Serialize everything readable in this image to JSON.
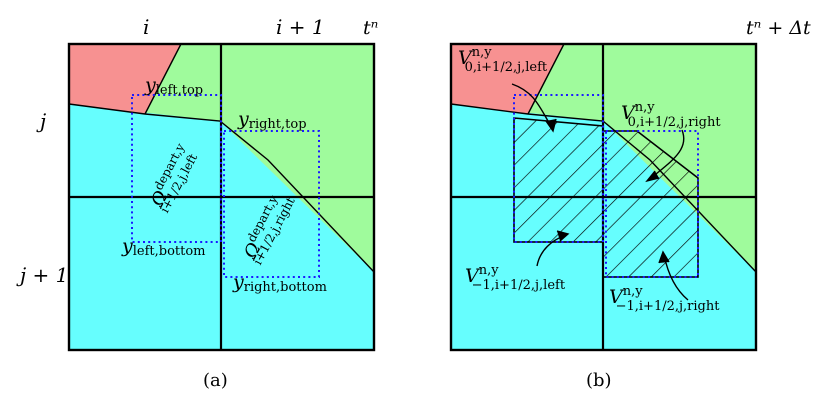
{
  "panel_a": {
    "col_labels": [
      "i",
      "i + 1",
      "tⁿ"
    ],
    "row_labels": [
      "j",
      "j + 1"
    ],
    "y_labels": {
      "left_top": {
        "main": "y",
        "sub": "left,top"
      },
      "right_top": {
        "main": "y",
        "sub": "right,top"
      },
      "left_bottom": {
        "main": "y",
        "sub": "left,bottom"
      },
      "right_bottom": {
        "main": "y",
        "sub": "right,bottom"
      }
    },
    "omega_left": {
      "main": "Ω",
      "sup": "depart,y",
      "sub": "i+1/2,j,left"
    },
    "omega_right": {
      "main": "Ω",
      "sup": "depart,y",
      "sub": "i+1/2,j,right"
    },
    "caption": "(a)"
  },
  "panel_b": {
    "time_label": "tⁿ + Δt",
    "v_labels": {
      "top_left": {
        "main": "V",
        "sup": "n,y",
        "sub": "0,i+1/2,j,left"
      },
      "top_right": {
        "main": "V",
        "sup": "n,y",
        "sub": "0,i+1/2,j,right"
      },
      "bottom_left": {
        "main": "V",
        "sup": "n,y",
        "sub": "−1,i+1/2,j,left"
      },
      "bottom_right": {
        "main": "V",
        "sup": "n,y",
        "sub": "−1,i+1/2,j,right"
      }
    },
    "caption": "(b)"
  },
  "colors": {
    "red_region": "#f79191",
    "green_region": "#9ffb9c",
    "cyan_region": "#66fefe",
    "dotted_box": "#1a1aff",
    "hatch": "#000000"
  }
}
